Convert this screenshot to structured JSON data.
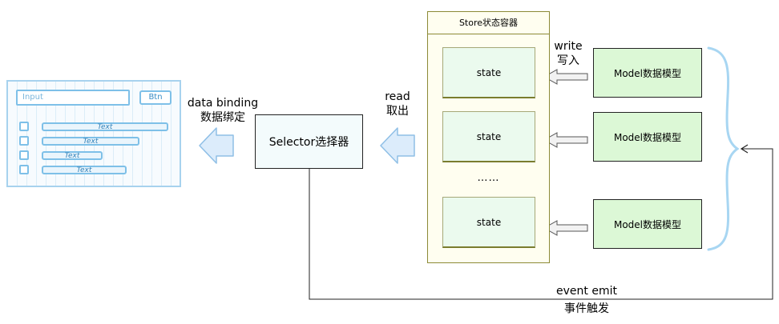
{
  "sketch": {
    "input_placeholder": "Input",
    "button_label": "Btn",
    "rows": [
      "Text",
      "Text",
      "Text",
      "Text"
    ]
  },
  "labels": {
    "data_binding_en": "data binding",
    "data_binding_zh": "数据绑定",
    "read_en": "read",
    "read_zh": "取出",
    "write_en": "write",
    "write_zh": "写入",
    "event_en": "event emit",
    "event_zh": "事件触发"
  },
  "selector": {
    "label": "Selector选择器"
  },
  "store": {
    "title": "Store状态容器",
    "states": [
      "state",
      "state",
      "state"
    ],
    "ellipsis": "……"
  },
  "models": [
    "Model数据模型",
    "Model数据模型",
    "Model数据模型"
  ],
  "colors": {
    "sketch_stroke": "#7ec0e8",
    "arrow_fill": "#dcecfb",
    "arrow_stroke": "#8fbfe6",
    "state_fill": "#ebfaee",
    "model_fill": "#dcf8d6",
    "store_border": "#8c8a36",
    "brace": "#a8d6f2"
  }
}
